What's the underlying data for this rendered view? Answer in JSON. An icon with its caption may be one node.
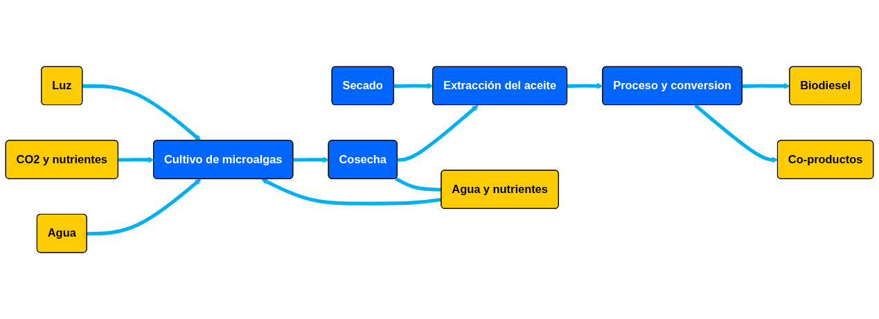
{
  "diagram": {
    "nodes": [
      {
        "text": [
          "Luz"
        ]
      },
      {
        "text": [
          "CO2 y nutrientes"
        ]
      },
      {
        "text": [
          "Secado"
        ]
      },
      {
        "text": [
          "Biodiesel"
        ]
      },
      {
        "text": [
          "Cultivo de microalgas"
        ]
      },
      {
        "text": [
          "Cosecha"
        ]
      },
      {
        "text": [
          "Extracción del aceite"
        ]
      },
      {
        "text": [
          "Proceso y conversion"
        ]
      },
      {
        "text": [
          "Agua"
        ]
      },
      {
        "text": [
          "Agua y nutrientes"
        ]
      },
      {
        "text": [
          "Co-productos"
        ]
      }
    ],
    "edges": [
      {
        "from": 0,
        "to": 4,
        "arrow": "to"
      },
      {
        "from": 1,
        "to": 4,
        "arrow": "to"
      },
      {
        "from": 2,
        "to": 6,
        "arrow": "to"
      },
      {
        "from": 4,
        "to": 5,
        "arrow": "to"
      },
      {
        "from": 5,
        "to": 6,
        "arrow": "to"
      },
      {
        "from": 6,
        "to": 7,
        "arrow": "to"
      },
      {
        "from": 7,
        "to": 3,
        "arrow": "to"
      },
      {
        "from": 7,
        "to": 10,
        "arrow": "to"
      },
      {
        "from": 8,
        "to": 4,
        "arrow": "to"
      },
      {
        "from": 5,
        "to": 9,
        "arrow": "none"
      },
      {
        "from": 9,
        "to": 4,
        "arrow": "to"
      }
    ]
  }
}
